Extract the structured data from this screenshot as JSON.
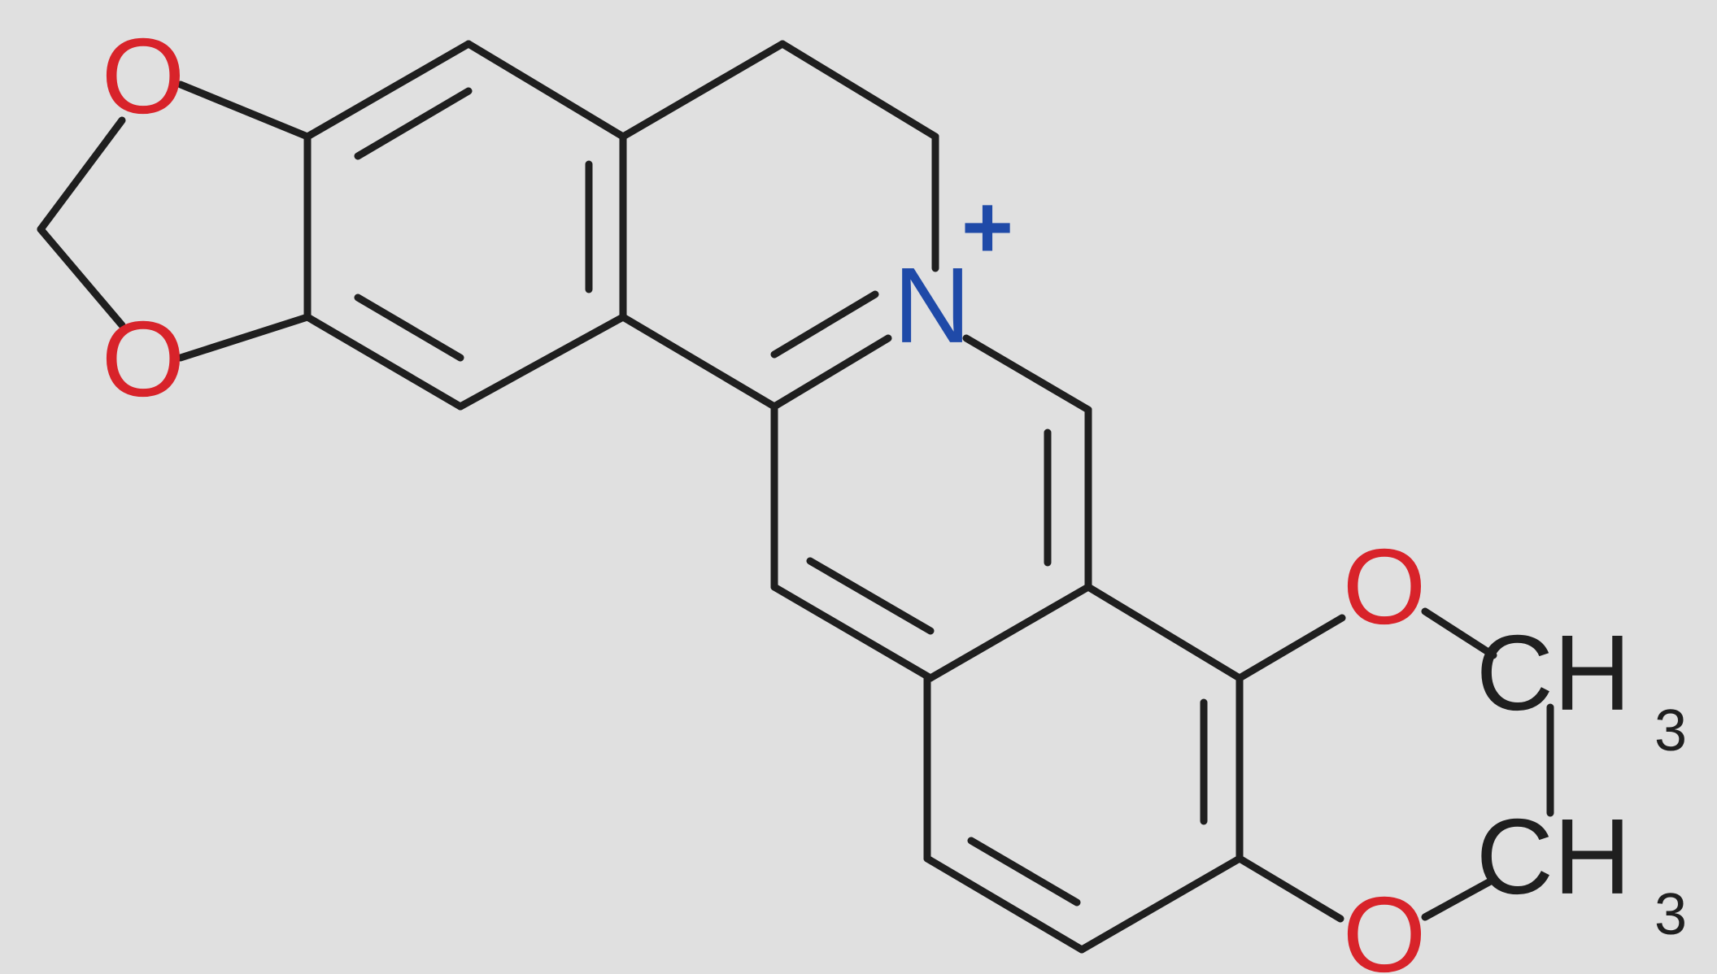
{
  "colors": {
    "background": "#e0e0e0",
    "bond": "#1f1f1f",
    "oxygen": "#d8232a",
    "nitrogen": "#1f4aa8",
    "carbon_label": "#1f1f1f"
  },
  "atoms": {
    "o_top": "O",
    "o_mid": "O",
    "n_plus": "N",
    "n_charge": "+",
    "o_right_top": "O",
    "o_right_bottom": "O",
    "ch3_top_c": "CH",
    "ch3_top_sub": "3",
    "ch3_bottom_c": "CH",
    "ch3_bottom_sub": "3"
  }
}
